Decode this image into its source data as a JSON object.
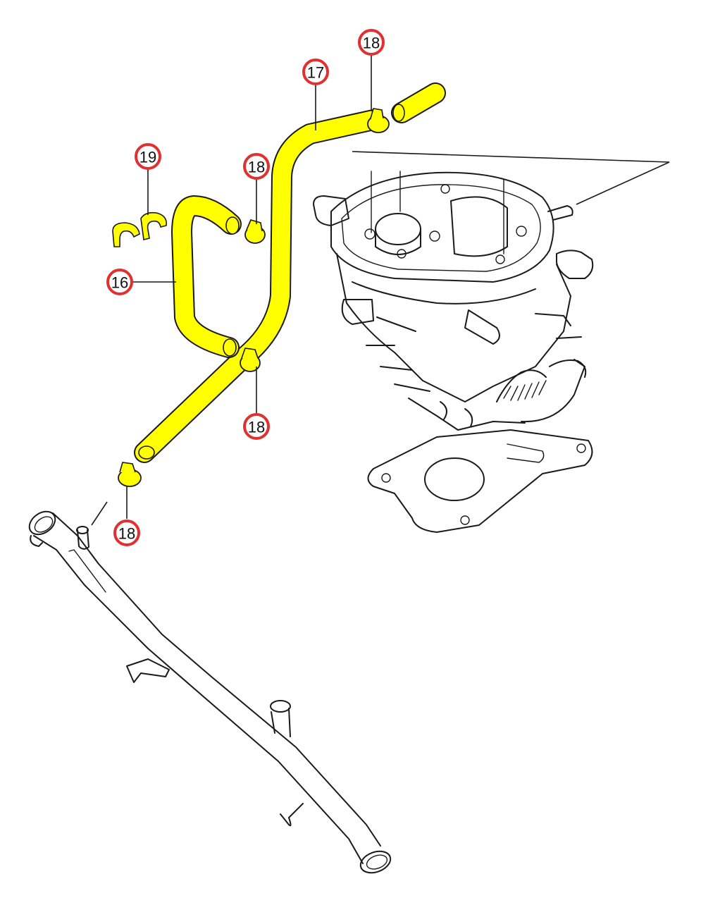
{
  "colors": {
    "hose_fill": "#ffff00",
    "callout_ring": "#e03030",
    "line": "#1a1a1a",
    "background": "#ffffff"
  },
  "callouts": {
    "c17": "17",
    "c18_top": "18",
    "c18_mid": "18",
    "c18_lower": "18",
    "c18_bottom": "18",
    "c19": "19",
    "c16": "16"
  }
}
